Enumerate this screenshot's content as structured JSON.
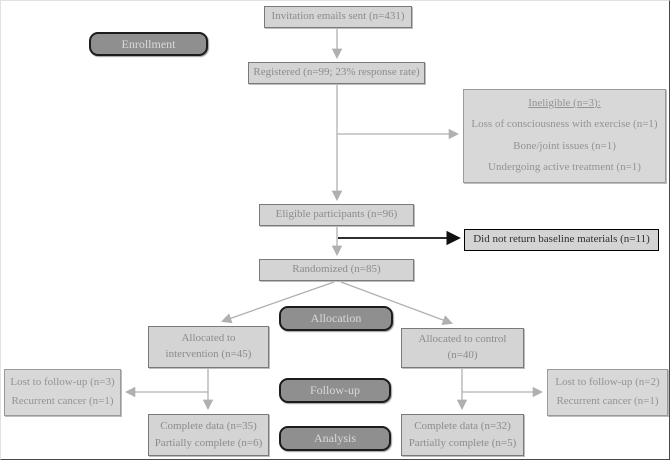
{
  "stages": {
    "enrollment": "Enrollment",
    "allocation": "Allocation",
    "followup": "Follow-up",
    "analysis": "Analysis"
  },
  "nodes": {
    "invitation": {
      "text": "Invitation emails sent (n=431)"
    },
    "registered": {
      "text": "Registered (n=99; 23% response rate)"
    },
    "ineligible": {
      "title": "Ineligible (n=3):",
      "lines": [
        "Loss of consciousness with exercise (n=1)",
        "Bone/joint issues (n=1)",
        "Undergoing active treatment (n=1)"
      ]
    },
    "eligible": {
      "text": "Eligible participants (n=96)"
    },
    "no_baseline": {
      "text": "Did not return baseline materials (n=11)"
    },
    "randomized": {
      "text": "Randomized (n=85)"
    },
    "alloc_intervention": {
      "lines": [
        "Allocated to",
        "intervention (n=45)"
      ]
    },
    "alloc_control": {
      "lines": [
        "Allocated to control",
        "(n=40)"
      ]
    },
    "lost_left": {
      "lines": [
        "Lost to follow-up (n=3)",
        "Recurrent cancer (n=1)"
      ]
    },
    "lost_right": {
      "lines": [
        "Lost to follow-up (n=2)",
        "Recurrent cancer (n=1)"
      ]
    },
    "complete_left": {
      "lines": [
        "Complete data (n=35)",
        "Partially complete (n=6)"
      ]
    },
    "complete_right": {
      "lines": [
        "Complete data (n=32)",
        "Partially complete (n=5)"
      ]
    }
  },
  "colors": {
    "box_fill": "#d4d4d4",
    "box_border": "#7a7a7a",
    "box_text": "#8c8c8c",
    "stage_fill": "#8f8f8f",
    "stage_border": "#1c1c1c",
    "stage_text": "#d9d9d9",
    "highlight_border": "#000000",
    "arrow_gray": "#b0b0b0",
    "arrow_black": "#111111"
  }
}
